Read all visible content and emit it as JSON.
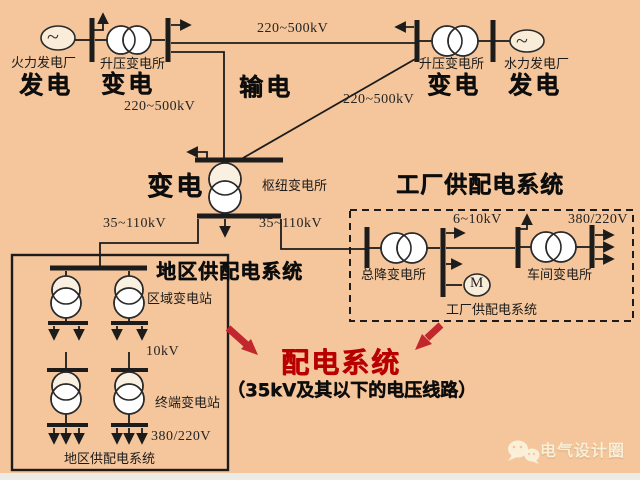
{
  "colors": {
    "background": "#f5c69b",
    "line": "#1c1c1c",
    "red_title": "#b80000",
    "red_arrow": "#c1272d",
    "watermark": "#faf1dc"
  },
  "top_left": {
    "plant": "火力发电厂",
    "substation": "升压变电所",
    "stage_generation": "发电",
    "stage_transformation": "变电"
  },
  "top_right": {
    "substation": "升压变电所",
    "plant": "水力发电厂",
    "stage_transformation": "变电",
    "stage_generation": "发电"
  },
  "transmission": {
    "stage": "输电",
    "kv_top": "220~500kV",
    "kv_drop": "220~500kV",
    "kv_diagonal": "220~500kV"
  },
  "hub": {
    "stage": "变电",
    "name": "枢纽变电所",
    "kv_left": "35~110kV",
    "kv_right": "35~110kV"
  },
  "regional": {
    "title": "地区供配电系统",
    "upper_station": "区域变电站",
    "kv_mid": "10kV",
    "lower_station": "终端变电站",
    "kv_low": "380/220V",
    "caption": "地区供配电系统"
  },
  "factory": {
    "title": "工厂供配电系统",
    "main_stepdown": "总降变电所",
    "kv_mid": "6~10kV",
    "motor_label": "M",
    "workshop": "车间变电所",
    "kv_low": "380/220V",
    "caption": "工厂供配电系统"
  },
  "distribution": {
    "title": "配电系统",
    "subtitle": "（35kV及其以下的电压线路）"
  },
  "symbols": {
    "generator": "~"
  },
  "watermark": {
    "brand": "电气设计圈"
  }
}
